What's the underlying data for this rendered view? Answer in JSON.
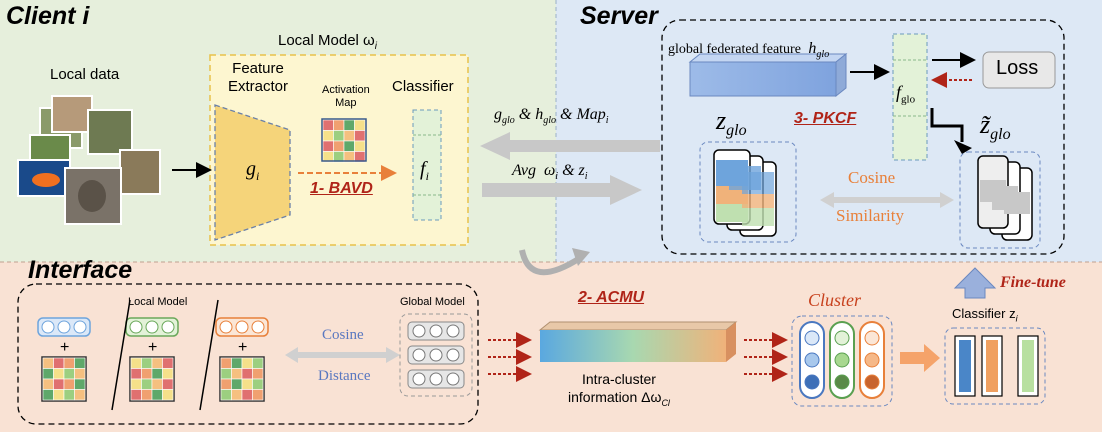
{
  "sections": {
    "client": "Client i",
    "server": "Server",
    "interface": "Interface"
  },
  "client": {
    "local_model_title": "Local Model ω",
    "local_model_sub": "i",
    "local_data": "Local data",
    "feature_extractor_1": "Feature",
    "feature_extractor_2": "Extractor",
    "activation_map_1": "Activation",
    "activation_map_2": "Map",
    "classifier": "Classifier",
    "g_label": "g",
    "g_sub": "i",
    "f_label": "f",
    "f_sub": "i",
    "bavd": "1- BAVD"
  },
  "arrows": {
    "download_label": "g_glo & h_glo & Map_i",
    "upload_label": "Avg  ω_i & z_i"
  },
  "server": {
    "global_feature": "global federated feature",
    "h_glo": "h",
    "h_glo_sub": "glo",
    "f_glo": "f",
    "f_glo_sub": "glo",
    "loss": "Loss",
    "z_glo": "z",
    "z_glo_sub": "glo",
    "z_tilde": "z̃",
    "z_tilde_sub": "glo",
    "pkcf": "3- PKCF",
    "cosine": "Cosine",
    "similarity": "Similarity"
  },
  "interface": {
    "local_model": "Local Model",
    "global_model": "Global Model",
    "cosine": "Cosine",
    "distance": "Distance",
    "acmu": "2- ACMU",
    "intra_1": "Intra-cluster",
    "intra_2": "information Δω",
    "intra_sub": "Cl",
    "cluster": "Cluster",
    "classifier": "Classifier z",
    "classifier_sub": "i",
    "fine_tune": "Fine-tune",
    "plus": "+"
  },
  "colors": {
    "client_bg": "#e6efdc",
    "server_bg": "#dde8f5",
    "interface_bg": "#f9e2d4",
    "local_model_box": "#fdf6d0",
    "accent_red": "#b02418",
    "accent_blue": "#5a78c0",
    "accent_orange": "#e8803a"
  }
}
